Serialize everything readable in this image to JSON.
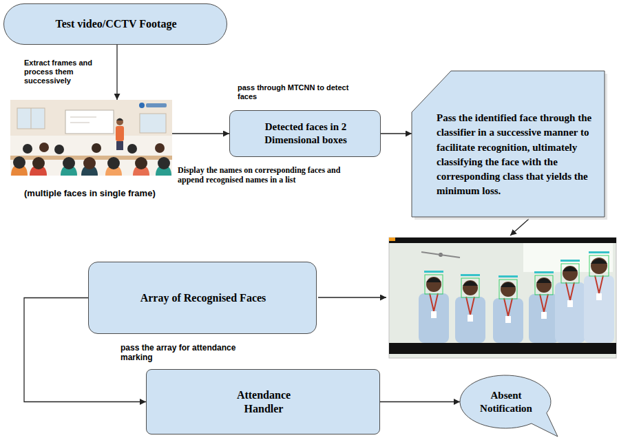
{
  "diagram": {
    "nodes": [
      {
        "text": [
          "Test video/CCTV Footage"
        ]
      },
      {
        "text": [
          "(multiple faces in single frame)"
        ]
      },
      {
        "text": [
          "Detected faces in 2 Dimensional boxes"
        ]
      },
      {
        "text": [
          "Pass the identified face through the classifier in a successive manner to facilitate recognition, ultimately classifying the face with the corresponding class that yields the minimum loss."
        ]
      },
      {
        "text": [
          "Array of Recognised Faces"
        ]
      },
      {
        "text": [
          "Attendance Handler"
        ]
      },
      {
        "text": [
          "Absent Notification"
        ]
      }
    ],
    "edges": [
      {
        "from": 0,
        "to": 1,
        "arrow": "to"
      },
      {
        "from": 1,
        "to": 2,
        "arrow": "to"
      },
      {
        "from": 2,
        "to": 3,
        "arrow": "to"
      },
      {
        "from": 4,
        "to": 5,
        "arrow": "to"
      },
      {
        "from": 5,
        "to": 6,
        "arrow": "to"
      }
    ],
    "labels": [
      "Extract frames and process them successively",
      "pass through MTCNN to detect faces",
      "Display the names on corresponding faces and append recognised names in a list",
      "pass the array for attendance marking"
    ]
  }
}
